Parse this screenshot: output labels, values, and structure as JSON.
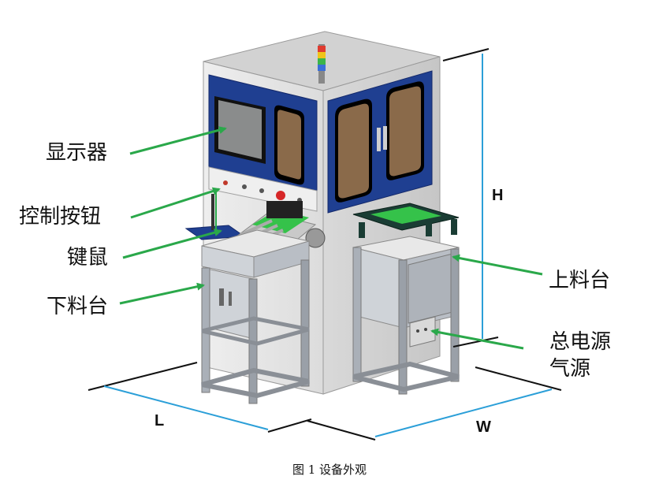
{
  "callouts": {
    "display": "显示器",
    "control_buttons": "控制按钮",
    "keyboard_mouse": "键鼠",
    "unloading_table": "下料台",
    "loading_table": "上料台",
    "main_power": "总电源",
    "air_supply": "气源"
  },
  "dimensions": {
    "length": "L",
    "width": "W",
    "height": "H"
  },
  "caption": "图 1 设备外观",
  "colors": {
    "callout_arrow": "#2aa84a",
    "dimension_line": "#2b9fd8",
    "door_panel": "#1f3f91",
    "cabinet_body": "#e6e6e6",
    "green_parts": "#35c24a"
  }
}
